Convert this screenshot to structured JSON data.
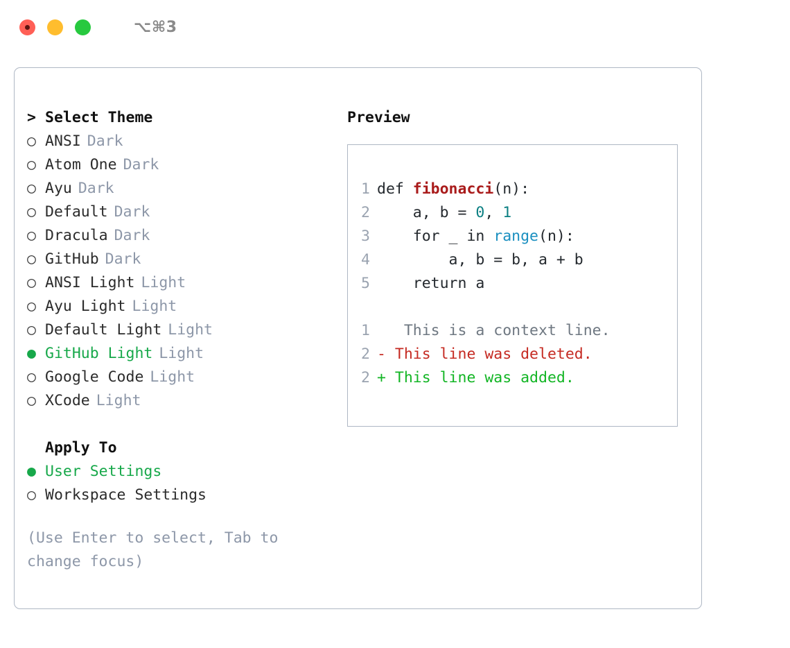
{
  "titlebar": {
    "shortcut": "⌥⌘3",
    "lights": [
      "close",
      "minimize",
      "zoom"
    ]
  },
  "theme_list": {
    "heading": "Select Theme",
    "heading_marker": ">",
    "items": [
      {
        "marker": "○",
        "name": "ANSI",
        "variant": "Dark",
        "selected": false
      },
      {
        "marker": "○",
        "name": "Atom One",
        "variant": "Dark",
        "selected": false
      },
      {
        "marker": "○",
        "name": "Ayu",
        "variant": "Dark",
        "selected": false
      },
      {
        "marker": "○",
        "name": "Default",
        "variant": "Dark",
        "selected": false
      },
      {
        "marker": "○",
        "name": "Dracula",
        "variant": "Dark",
        "selected": false
      },
      {
        "marker": "○",
        "name": "GitHub",
        "variant": "Dark",
        "selected": false
      },
      {
        "marker": "○",
        "name": "ANSI Light",
        "variant": "Light",
        "selected": false
      },
      {
        "marker": "○",
        "name": "Ayu Light",
        "variant": "Light",
        "selected": false
      },
      {
        "marker": "○",
        "name": "Default Light",
        "variant": "Light",
        "selected": false
      },
      {
        "marker": "●",
        "name": "GitHub Light",
        "variant": "Light",
        "selected": true
      },
      {
        "marker": "○",
        "name": "Google Code",
        "variant": "Light",
        "selected": false
      },
      {
        "marker": "○",
        "name": "XCode",
        "variant": "Light",
        "selected": false
      }
    ]
  },
  "apply_to": {
    "heading": "Apply To",
    "items": [
      {
        "marker": "●",
        "name": "User Settings",
        "selected": true
      },
      {
        "marker": "○",
        "name": "Workspace Settings",
        "selected": false
      }
    ]
  },
  "hint": "(Use Enter to select, Tab to change focus)",
  "preview": {
    "title": "Preview",
    "code_lines": [
      {
        "num": "1",
        "segments": [
          {
            "text": "def ",
            "tok": "plain"
          },
          {
            "text": "fibonacci",
            "tok": "fn"
          },
          {
            "text": "(n):",
            "tok": "plain"
          }
        ]
      },
      {
        "num": "2",
        "segments": [
          {
            "text": "    a, b = ",
            "tok": "plain"
          },
          {
            "text": "0",
            "tok": "num"
          },
          {
            "text": ", ",
            "tok": "plain"
          },
          {
            "text": "1",
            "tok": "num"
          }
        ]
      },
      {
        "num": "3",
        "segments": [
          {
            "text": "    for _ in ",
            "tok": "plain"
          },
          {
            "text": "range",
            "tok": "call"
          },
          {
            "text": "(n):",
            "tok": "plain"
          }
        ]
      },
      {
        "num": "4",
        "segments": [
          {
            "text": "        a, b = b, a + b",
            "tok": "plain"
          }
        ]
      },
      {
        "num": "5",
        "segments": [
          {
            "text": "    return a",
            "tok": "plain"
          }
        ]
      }
    ],
    "diff_lines": [
      {
        "num": "1",
        "sign": " ",
        "text": "  This is a context line.",
        "kind": "ctx"
      },
      {
        "num": "2",
        "sign": "-",
        "text": " This line was deleted.",
        "kind": "del"
      },
      {
        "num": "2",
        "sign": "+",
        "text": " This line was added.",
        "kind": "add"
      }
    ]
  },
  "colors": {
    "accent_green": "#17a84a",
    "muted": "#8d97a8",
    "border": "#aeb7c4",
    "diff_add": "#12b524",
    "diff_del": "#c52a22",
    "token_fn": "#a91b1b",
    "token_num": "#0b7f82",
    "token_call": "#1a8fc0"
  }
}
